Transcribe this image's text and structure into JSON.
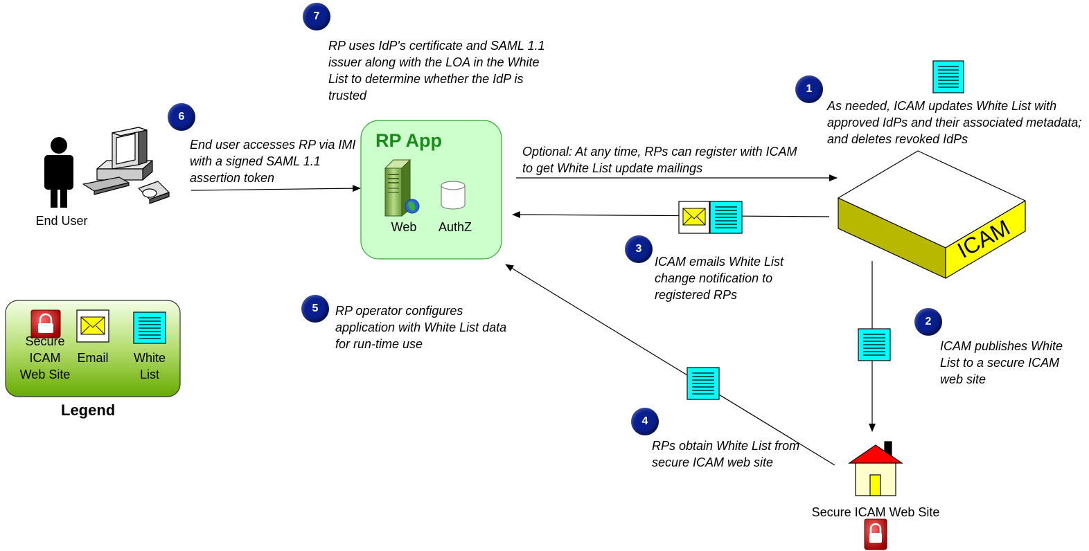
{
  "rp_app": {
    "title": "RP App",
    "web_label": "Web",
    "authz_label": "AuthZ"
  },
  "icam": {
    "label": "ICAM"
  },
  "end_user": {
    "label": "End User"
  },
  "secure_site": {
    "label": "Secure ICAM Web Site"
  },
  "steps": [
    {
      "number": "1",
      "text": "As needed, ICAM updates White List with approved IdPs and their associated metadata; and deletes revoked IdPs"
    },
    {
      "number": "2",
      "text": "ICAM publishes White List to a secure ICAM web site"
    },
    {
      "number": "3",
      "text": "ICAM emails White List change notification to registered RPs"
    },
    {
      "number": "4",
      "text": "RPs obtain White List from secure ICAM web site"
    },
    {
      "number": "5",
      "text": "RP operator configures application with White List data for run-time use"
    },
    {
      "number": "6",
      "text": "End user accesses RP via IMI with a signed SAML 1.1 assertion token"
    },
    {
      "number": "7",
      "text": "RP uses IdP's certificate and SAML 1.1 issuer along with the LOA in the White List to determine whether the IdP is trusted"
    }
  ],
  "optional_note": "Optional: At any time, RPs can register with ICAM to get White List update mailings",
  "legend": {
    "title": "Legend",
    "items": [
      {
        "label": "Secure ICAM Web Site",
        "icon": "lock-icon"
      },
      {
        "label": "Email",
        "icon": "envelope-icon"
      },
      {
        "label": "White List",
        "icon": "document-icon"
      }
    ]
  },
  "colors": {
    "badge": "#0a1f8f",
    "rp_box": "#ccffcc",
    "rp_title": "#1a8a1a",
    "icam_yellow": "#ffff00",
    "icam_olive": "#b8b800",
    "document_cyan": "#00ffff",
    "legend_green": "#66aa00",
    "roof_red": "#ff0000",
    "house_wall": "#ffffcc"
  }
}
